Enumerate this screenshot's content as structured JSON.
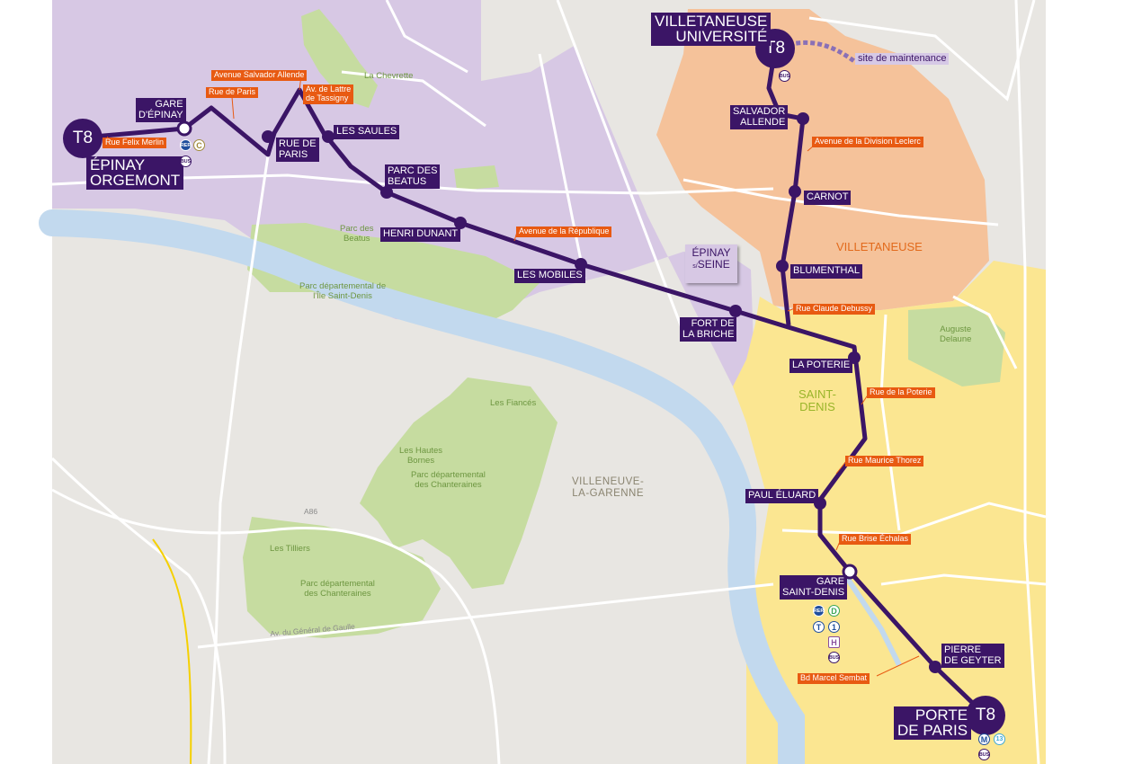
{
  "line": {
    "name": "T8",
    "color": "#3b1566"
  },
  "colors": {
    "epinay_area": "#d7c8e4",
    "villetaneuse_area": "#f5c29a",
    "saintdenis_area": "#fbe691",
    "parks": "#c6dca0",
    "river": "#c2d9ee",
    "background": "#e8e6e2",
    "street_label": "#e85a12",
    "rer_line": "#f5d000"
  },
  "terminals": {
    "epinay": "ÉPINAY\nORGEMONT",
    "villetaneuse": "VILLETANEUSE\nUNIVERSITÉ",
    "porte": "PORTE\nDE PARIS"
  },
  "stations": {
    "gare_epinay": "GARE\nD'ÉPINAY",
    "rue_de_paris": "RUE DE\nPARIS",
    "les_saules": "LES SAULES",
    "parc_des_beatus": "PARC DES\nBEATUS",
    "henri_dunant": "HENRI DUNANT",
    "les_mobiles": "LES MOBILES",
    "fort_de_la_briche": "FORT DE\nLA BRICHE",
    "la_poterie": "LA POTERIE",
    "paul_eluard": "PAUL ÉLUARD",
    "gare_saint_denis": "GARE\nSAINT-DENIS",
    "pierre_de_geyter": "PIERRE\nDE GEYTER",
    "salvador_allende": "SALVADOR\nALLENDE",
    "carnot": "CARNOT",
    "blumenthal": "BLUMENTHAL"
  },
  "streets": {
    "felix_merlin": "Rue Felix Merlin",
    "rue_de_paris": "Rue de Paris",
    "salvador_allende": "Avenue Salvador Allende",
    "lattre": "Av. de Lattre\nde Tassigny",
    "republique": "Avenue de la République",
    "division_leclerc": "Avenue de la Division Leclerc",
    "claude_debussy": "Rue Claude Debussy",
    "rue_de_la_poterie": "Rue de la Poterie",
    "maurice_thorez": "Rue Maurice Thorez",
    "brise_echalas": "Rue Brise Échalas",
    "marcel_sembat": "Bd Marcel Sembat"
  },
  "parks": {
    "la_chevrette": "La Chevrette",
    "parc_des_beatus": "Parc des\nBeatus",
    "ile_saint_denis": "Parc départemental de\nl'Île Saint-Denis",
    "les_fiances": "Les Fiancés",
    "hautes_bornes": "Les Hautes\nBornes",
    "chanteraines1": "Parc départemental\ndes Chanteraines",
    "les_tilliers": "Les Tilliers",
    "chanteraines2": "Parc départemental\ndes Chanteraines",
    "auguste_delaune": "Auguste\nDelaune"
  },
  "towns": {
    "epinay_main": "ÉPINAY",
    "epinay_sub": "s/",
    "epinay_seine": "SEINE",
    "villetaneuse": "VILLETANEUSE",
    "saint_denis": "SAINT-\nDENIS",
    "villeneuve": "VILLENEUVE-\nLA-GARENNE"
  },
  "roads": {
    "a86": "A86",
    "de_gaulle": "Av. du Général de Gaulle"
  },
  "maintenance": "site de maintenance",
  "pictos": {
    "rer": "RER",
    "bus": "BUS",
    "c": "C",
    "d": "D",
    "t": "T",
    "one": "1",
    "h": "H",
    "m": "M",
    "n13": "13"
  }
}
